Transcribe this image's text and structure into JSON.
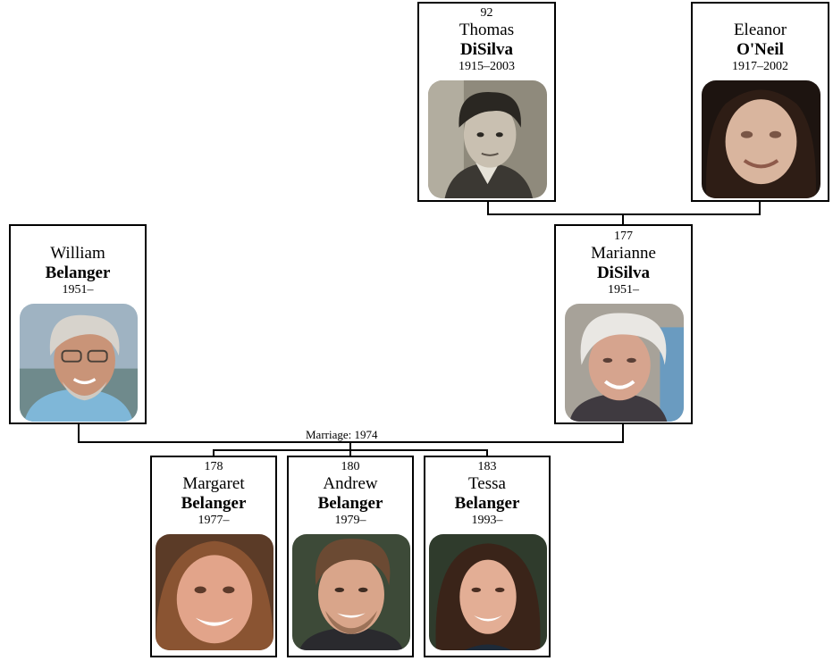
{
  "people": {
    "thomas": {
      "number": "92",
      "first": "Thomas",
      "last": "DiSilva",
      "years": "1915–2003",
      "photo": "portrait-photo"
    },
    "eleanor": {
      "number": "",
      "first": "Eleanor",
      "last": "O'Neil",
      "years": "1917–2002",
      "photo": "portrait-photo"
    },
    "william": {
      "number": "",
      "first": "William",
      "last": "Belanger",
      "years": "1951–",
      "photo": "portrait-photo"
    },
    "marianne": {
      "number": "177",
      "first": "Marianne",
      "last": "DiSilva",
      "years": "1951–",
      "photo": "portrait-photo"
    },
    "margaret": {
      "number": "178",
      "first": "Margaret",
      "last": "Belanger",
      "years": "1977–",
      "photo": "portrait-photo"
    },
    "andrew": {
      "number": "180",
      "first": "Andrew",
      "last": "Belanger",
      "years": "1979–",
      "photo": "portrait-photo"
    },
    "tessa": {
      "number": "183",
      "first": "Tessa",
      "last": "Belanger",
      "years": "1993–",
      "photo": "portrait-photo"
    }
  },
  "marriage": {
    "label": "Marriage: 1974"
  },
  "colors": {
    "border": "#000000",
    "background": "#ffffff"
  }
}
